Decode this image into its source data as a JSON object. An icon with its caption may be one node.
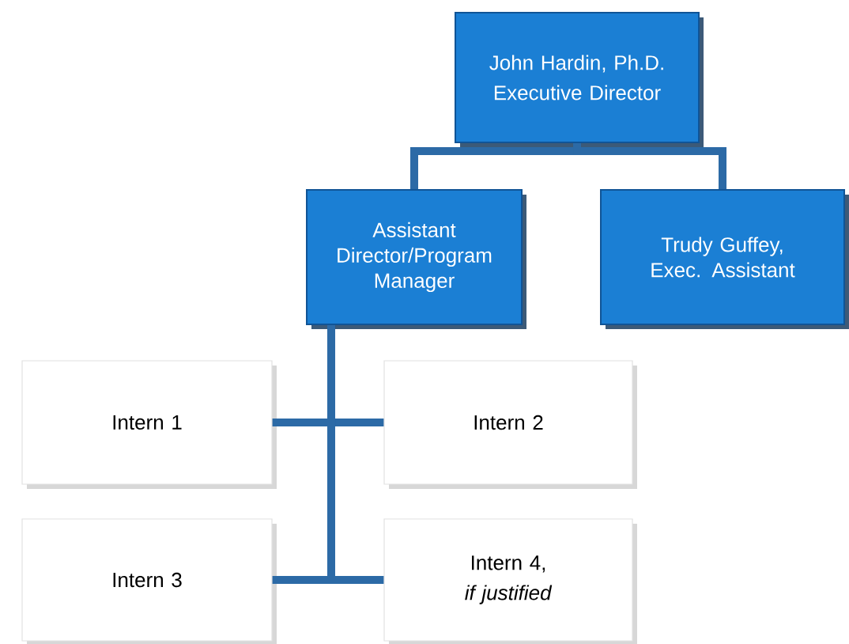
{
  "diagram": {
    "nodes": [
      {
        "text": [
          "John Hardin, Ph.D.",
          "Executive Director"
        ]
      },
      {
        "text": [
          "Assistant Director/Program Manager"
        ]
      },
      {
        "text": [
          "Trudy Guffey, Exec. Assistant"
        ]
      },
      {
        "text": [
          "Intern 1"
        ]
      },
      {
        "text": [
          "Intern 2"
        ]
      },
      {
        "text": [
          "Intern 3"
        ]
      },
      {
        "text": [
          "Intern 4,",
          "*if justified*"
        ]
      }
    ],
    "edges": [
      {
        "from": 0,
        "to": 1,
        "arrow": "none"
      },
      {
        "from": 0,
        "to": 2,
        "arrow": "none"
      },
      {
        "from": 1,
        "to": 3,
        "arrow": "none"
      },
      {
        "from": 1,
        "to": 4,
        "arrow": "none"
      },
      {
        "from": 1,
        "to": 5,
        "arrow": "none"
      },
      {
        "from": 1,
        "to": 6,
        "arrow": "none"
      }
    ]
  }
}
